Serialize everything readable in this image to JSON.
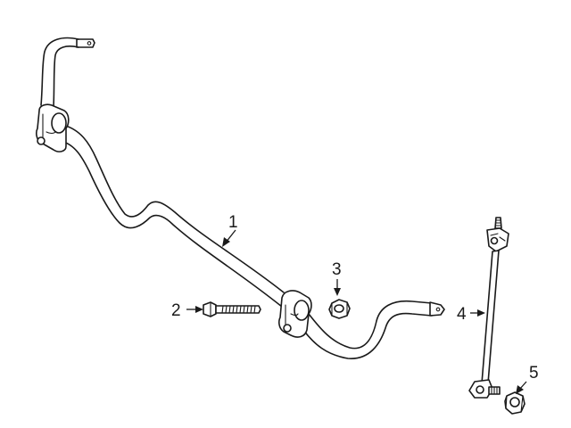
{
  "callouts": [
    {
      "id": "sway-bar",
      "label": "1"
    },
    {
      "id": "bolt",
      "label": "2"
    },
    {
      "id": "nut",
      "label": "3"
    },
    {
      "id": "stabilizer-link",
      "label": "4"
    },
    {
      "id": "link-nut",
      "label": "5"
    }
  ],
  "colors": {
    "line": "#1a1a1a",
    "background": "#ffffff"
  }
}
